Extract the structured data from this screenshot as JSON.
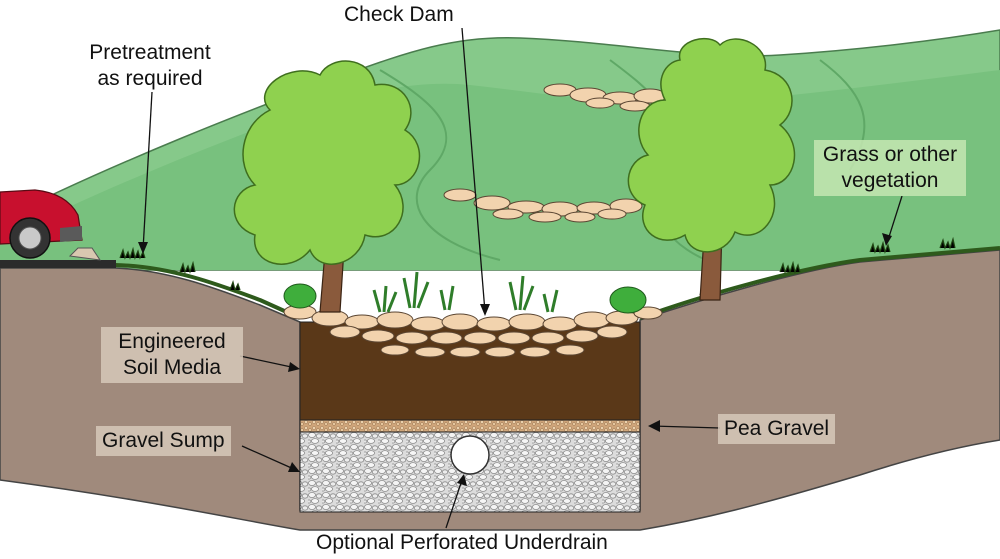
{
  "labels": {
    "check_dam": "Check Dam",
    "pretreatment_line1": "Pretreatment",
    "pretreatment_line2": "as required",
    "grass_line1": "Grass or other",
    "grass_line2": "vegetation",
    "engineered_line1": "Engineered",
    "engineered_line2": "Soil Media",
    "pea_gravel": "Pea Gravel",
    "gravel_sump": "Gravel Sump",
    "underdrain": "Optional Perforated Underdrain"
  },
  "colors": {
    "sky": "#ffffff",
    "hill_light": "#86c98a",
    "hill_dark": "#6dbb73",
    "native_soil": "#a08a7c",
    "engineered_soil": "#5a3818",
    "pea_gravel": "#d9b98f",
    "gravel_sump": "#d4d4d4",
    "stone": "#f2d3ae",
    "tree_foliage": "#8fd14f",
    "tree_trunk": "#8a5a3c",
    "car": "#c8102e",
    "grass": "#2e5a1c"
  }
}
